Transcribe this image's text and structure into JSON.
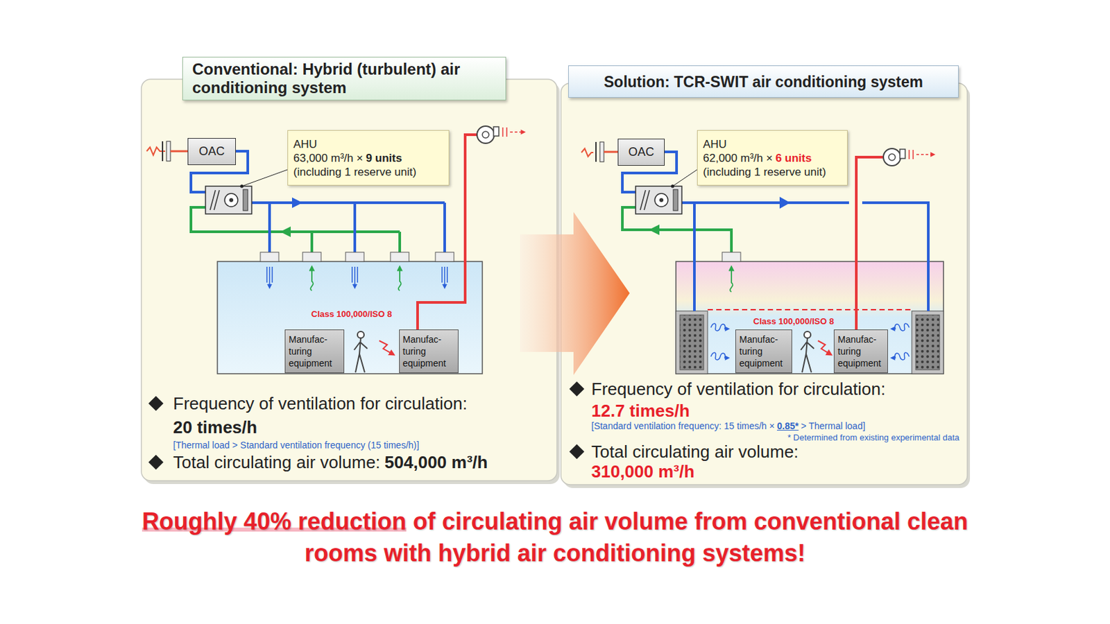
{
  "diagram": {
    "caption": "Roughly 40% reduction of circulating air volume from conventional clean rooms with hybrid air conditioning systems!",
    "nodes": [
      {
        "text": [
          "Conventional: Hybrid (turbulent) air conditioning system"
        ]
      },
      {
        "text": [
          "Frequency of ventilation for circulation:",
          "20 times/h",
          "[Thermal load > Standard ventilation frequency (15 times/h)]",
          "Total circulating air volume:",
          "504,000 m³/h"
        ]
      },
      {
        "text": [
          "OAC"
        ],
        "in": 1
      },
      {
        "text": [
          "AHU",
          "63,000 m³/h ×",
          "9 units",
          "(including 1 reserve unit)"
        ],
        "in": 1
      },
      {
        "text": [
          "Class 100,000/ISO 8"
        ],
        "in": 1
      },
      {
        "text": [
          "Manufac- turing equipment"
        ],
        "in": 4
      },
      {
        "text": [
          "Manufac- turing equipment"
        ],
        "in": 4
      },
      {
        "text": [
          "Solution: TCR-SWIT air conditioning system"
        ]
      },
      {
        "text": [
          "Frequency of ventilation for circulation:",
          "12.7 times/h",
          "[Standard ventilation frequency: 15 times/h ×",
          "0.85*",
          "> Thermal load]",
          "* Determined from existing experimental data",
          "Total circulating air volume:",
          "310,000 m³/h"
        ]
      },
      {
        "text": [
          "OAC"
        ],
        "in": 8
      },
      {
        "text": [
          "AHU",
          "62,000 m³/h ×",
          "6 units",
          "(including 1 reserve unit)"
        ],
        "in": 8
      },
      {
        "text": [
          "Class 100,000/ISO 8"
        ],
        "in": 8
      },
      {
        "text": [
          "Manufac- turing equipment"
        ],
        "in": 11
      },
      {
        "text": [
          "Manufac- turing equipment"
        ],
        "in": 11
      }
    ]
  }
}
